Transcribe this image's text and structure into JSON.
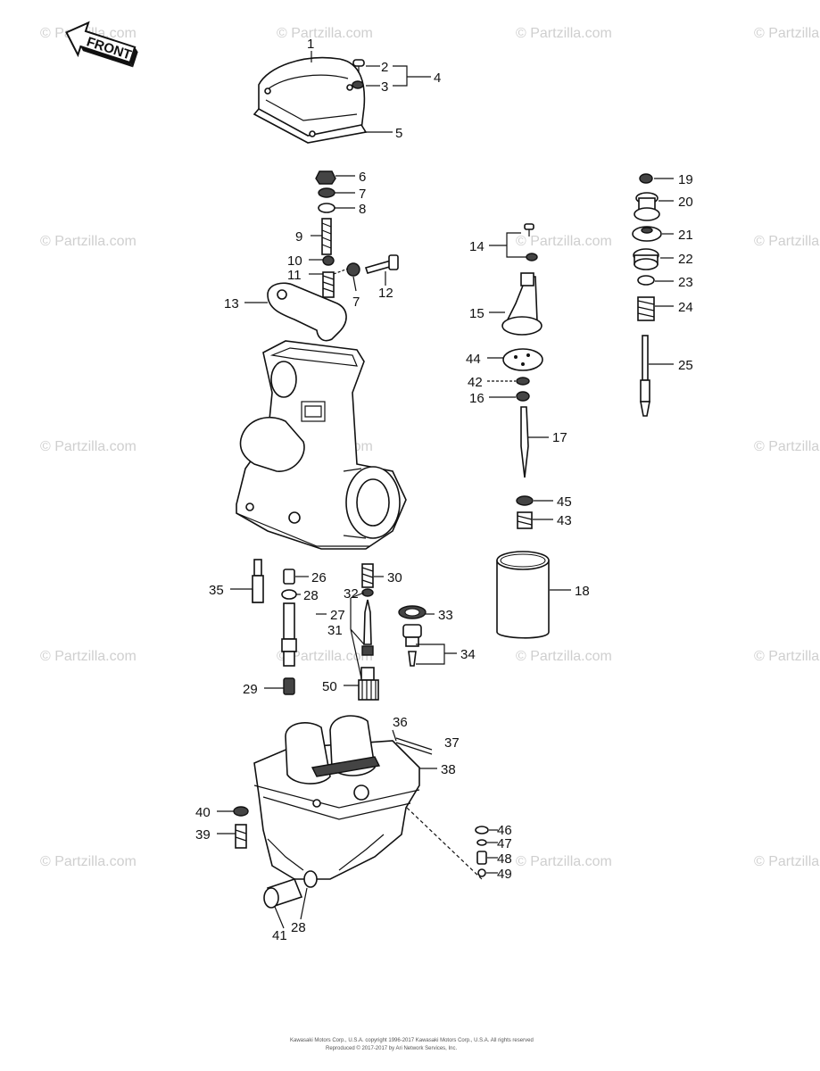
{
  "front_label": "FRONT",
  "watermark": "© Partzilla.com",
  "copyright_line1": "Kawasaki Motors Corp., U.S.A. copyright 1996-2017 Kawasaki Motors Corp., U.S.A. All rights reserved",
  "copyright_line2": "Reproduced © 2017-2017 by Ari Network Services, Inc.",
  "callouts": {
    "c1": "1",
    "c2": "2",
    "c3": "3",
    "c4": "4",
    "c5": "5",
    "c6": "6",
    "c7a": "7",
    "c7b": "7",
    "c8": "8",
    "c9": "9",
    "c10": "10",
    "c11": "11",
    "c12": "12",
    "c13": "13",
    "c14": "14",
    "c15": "15",
    "c16": "16",
    "c17": "17",
    "c18": "18",
    "c19": "19",
    "c20": "20",
    "c21": "21",
    "c22": "22",
    "c23": "23",
    "c24": "24",
    "c25": "25",
    "c26": "26",
    "c27": "27",
    "c28a": "28",
    "c28b": "28",
    "c29": "29",
    "c30": "30",
    "c31": "31",
    "c32": "32",
    "c33": "33",
    "c34": "34",
    "c35": "35",
    "c36": "36",
    "c37": "37",
    "c38": "38",
    "c39": "39",
    "c40": "40",
    "c41": "41",
    "c42": "42",
    "c43": "43",
    "c44": "44",
    "c45": "45",
    "c46": "46",
    "c47": "47",
    "c48": "48",
    "c49": "49",
    "c50": "50"
  }
}
